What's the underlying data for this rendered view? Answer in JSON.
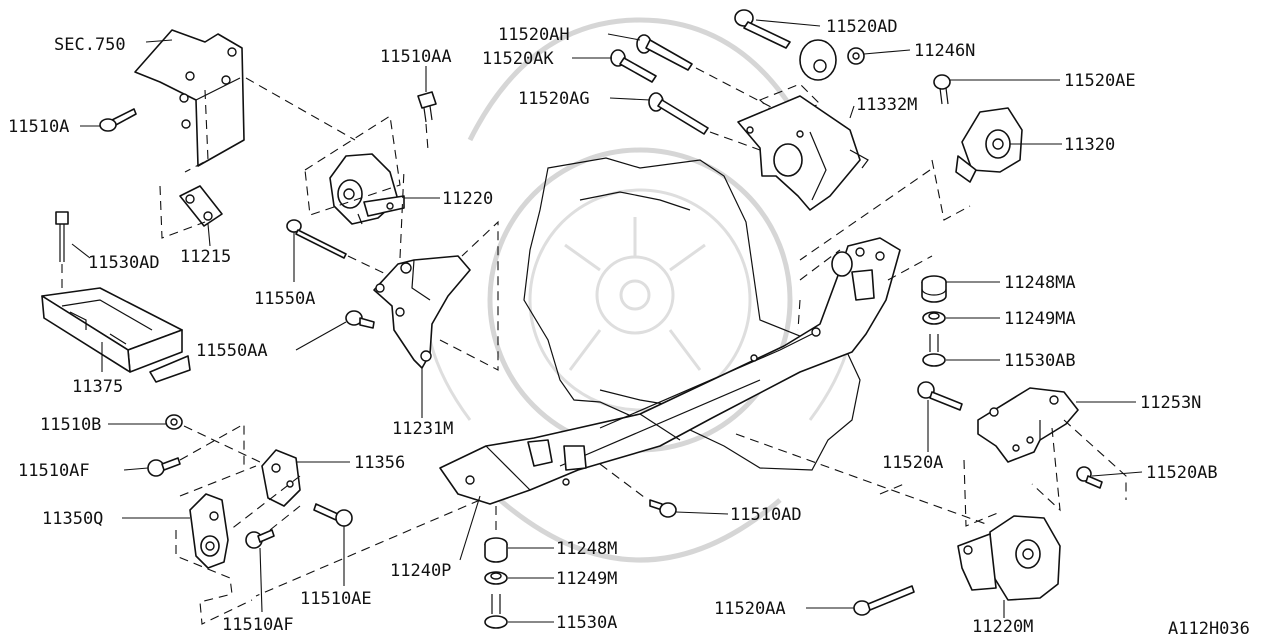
{
  "diagram_id": "A112H036",
  "labels": {
    "sec750": "SEC.750",
    "p11510A": "11510A",
    "p11215": "11215",
    "p11530AD": "11530AD",
    "p11375": "11375",
    "p11510AA": "11510AA",
    "p11220": "11220",
    "p11550A": "11550A",
    "p11550AA": "11550AA",
    "p11231M": "11231M",
    "p11520AH": "11520AH",
    "p11520AK": "11520AK",
    "p11520AG": "11520AG",
    "p11520AD": "11520AD",
    "p11246N": "11246N",
    "p11332M": "11332M",
    "p11520AE": "11520AE",
    "p11320": "11320",
    "p11248MA": "11248MA",
    "p11249MA": "11249MA",
    "p11530AB": "11530AB",
    "p11253N": "11253N",
    "p11520A": "11520A",
    "p11520AB": "11520AB",
    "p11510B": "11510B",
    "p11510AF_left": "11510AF",
    "p11356": "11356",
    "p11350Q": "11350Q",
    "p11510AE": "11510AE",
    "p11510AF_bottom": "11510AF",
    "p11240P": "11240P",
    "p11248M": "11248M",
    "p11249M": "11249M",
    "p11530A": "11530A",
    "p11510AD": "11510AD",
    "p11520AA": "11520AA",
    "p11220M": "11220M"
  }
}
